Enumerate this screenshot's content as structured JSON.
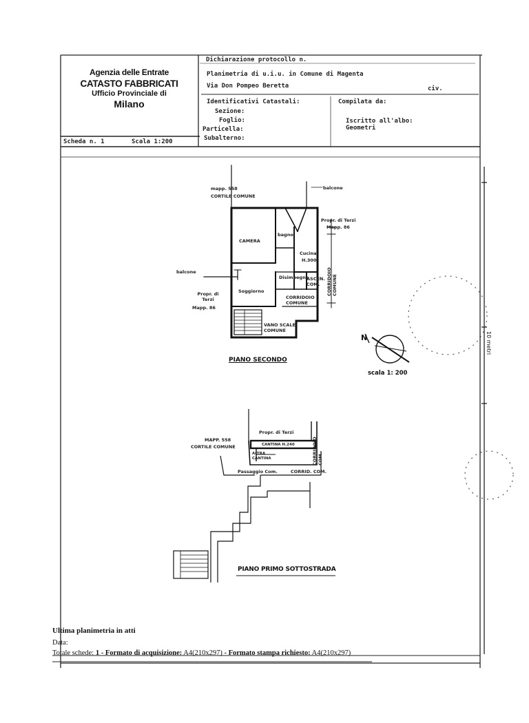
{
  "header": {
    "agency": {
      "line1": "Agenzia delle Entrate",
      "line2": "CATASTO FABBRICATI",
      "line3": "Ufficio Provinciale di",
      "line4": "Milano"
    },
    "protocol_label": "Dichiarazione protocollo n.",
    "planimetry_label": "Planimetria di u.i.u. in Comune di Magenta",
    "address": "Via Don Pompeo Beretta",
    "civic_label": "civ.",
    "identifiers_title": "Identificativi Catastali:",
    "section_label": "Sezione:",
    "sheet_label": "Foglio:",
    "parcel_label": "Particella:",
    "subaltern_label": "Subalterno:",
    "compiled_by_label": "Compilata da:",
    "register_label": "Iscritto all'albo:",
    "register_value": "Geometri",
    "scheda_label": "Scheda n. 1",
    "scale_label": "Scala 1:200"
  },
  "plan_upper": {
    "mapp_label": "mapp. 558",
    "courtyard_label": "CORTILE COMUNE",
    "balcony_top_label": "balcone",
    "third_party_label_1": "Propr. di Terzi",
    "third_party_mapp_1": "Mapp. 86",
    "room_camera": "CAMERA",
    "room_bagno": "bagno",
    "room_cucina": "Cucina",
    "room_height": "H.300",
    "room_ascensore": "ASCEN. COM.",
    "room_disimpegno": "Disimpegno",
    "room_soggiorno": "Soggiorno",
    "corridor_label": "CORRIDOIO COMUNE",
    "corridor_vertical": "CORRIDOIO COMUNE",
    "balcony_left_label": "balcone",
    "third_party_label_2": "Propr. di Terzi",
    "third_party_mapp_2": "Mapp. 86",
    "stair_label": "VANO SCALE COMUNE",
    "floor_title": "PIANO SECONDO",
    "north_label": "N",
    "scale_note": "scala 1: 200",
    "metric_label": "10 metri"
  },
  "plan_lower": {
    "third_party_label": "Propr. di Terzi",
    "mapp_label": "MAPP. 558",
    "courtyard_label": "CORTILE COMUNE",
    "cellar_label": "CANTINA H.240",
    "corridor_side_label": "CORRIDOIO COM.",
    "other_cellar_label": "ALTRA CANTINA",
    "passage_label": "Passaggio Com.",
    "corridor_label": "CORRID. COM.",
    "floor_title": "PIANO PRIMO SOTTOSTRADA"
  },
  "footer": {
    "last_planimetry": "Ultima planimetria in atti",
    "date_label": "Data:",
    "totals_label": "Totale schede:",
    "totals_value": "1",
    "format_acq_label": "- Formato di acquisizione:",
    "format_acq_value": "A4(210x297)",
    "format_req_label": "- Formato stampa richiesto:",
    "format_req_value": "A4(210x297)"
  }
}
